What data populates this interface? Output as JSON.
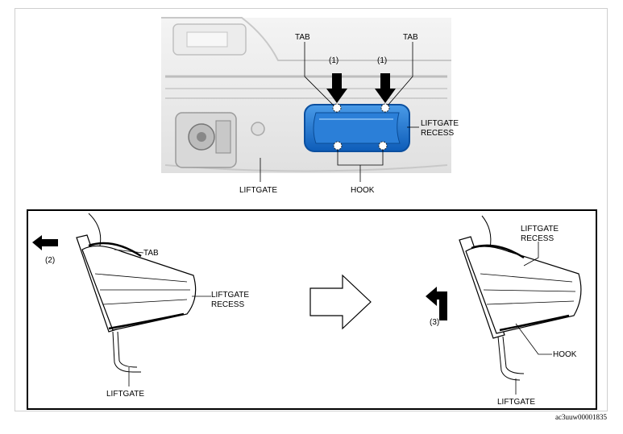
{
  "top_view": {
    "tab_left": "TAB",
    "tab_right": "TAB",
    "step_left": "(1)",
    "step_right": "(1)",
    "recess_line1": "LIFTGATE",
    "recess_line2": "RECESS",
    "liftgate": "LIFTGATE",
    "hook": "HOOK"
  },
  "left_view": {
    "step": "(2)",
    "tab": "TAB",
    "recess_line1": "LIFTGATE",
    "recess_line2": "RECESS",
    "liftgate": "LIFTGATE"
  },
  "right_view": {
    "recess_line1": "LIFTGATE",
    "recess_line2": "RECESS",
    "step": "(3)",
    "hook": "HOOK",
    "liftgate": "LIFTGATE"
  },
  "reference_code": "ac3uuw00001835",
  "colors": {
    "recess_blue": "#1c6fd0",
    "recess_blue_dark": "#0b4f9f",
    "panel_gray": "#e6e6e6"
  }
}
